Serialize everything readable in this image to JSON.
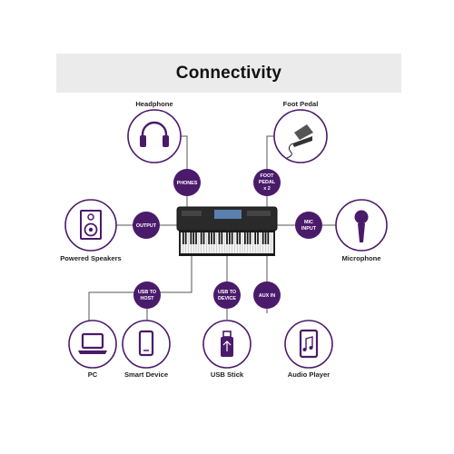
{
  "title": "Connectivity",
  "colors": {
    "accent": "#4a1a6b",
    "banner": "#ebebeb",
    "line": "#555555"
  },
  "ports": {
    "phones": "PHONES",
    "foot_pedal": [
      "FOOT",
      "PEDAL",
      "x 2"
    ],
    "output": "OUTPUT",
    "mic_input": [
      "MIC",
      "INPUT"
    ],
    "usb_to_host": [
      "USB TO",
      "HOST"
    ],
    "usb_to_device": [
      "USB TO",
      "DEVICE"
    ],
    "aux_in": "AUX IN"
  },
  "devices": {
    "headphone": {
      "label": "Headphone",
      "icon": "headphone-icon"
    },
    "foot_pedal": {
      "label": "Foot Pedal",
      "icon": "foot-pedal-icon"
    },
    "powered_speakers": {
      "label": "Powered Speakers",
      "icon": "speaker-icon"
    },
    "microphone": {
      "label": "Microphone",
      "icon": "microphone-icon"
    },
    "pc": {
      "label": "PC",
      "icon": "laptop-icon"
    },
    "smart_device": {
      "label": "Smart Device",
      "icon": "smartphone-icon"
    },
    "usb_stick": {
      "label": "USB Stick",
      "icon": "usb-stick-icon"
    },
    "audio_player": {
      "label": "Audio Player",
      "icon": "audio-player-icon"
    }
  },
  "keyboard": {
    "icon": "keyboard-icon"
  }
}
